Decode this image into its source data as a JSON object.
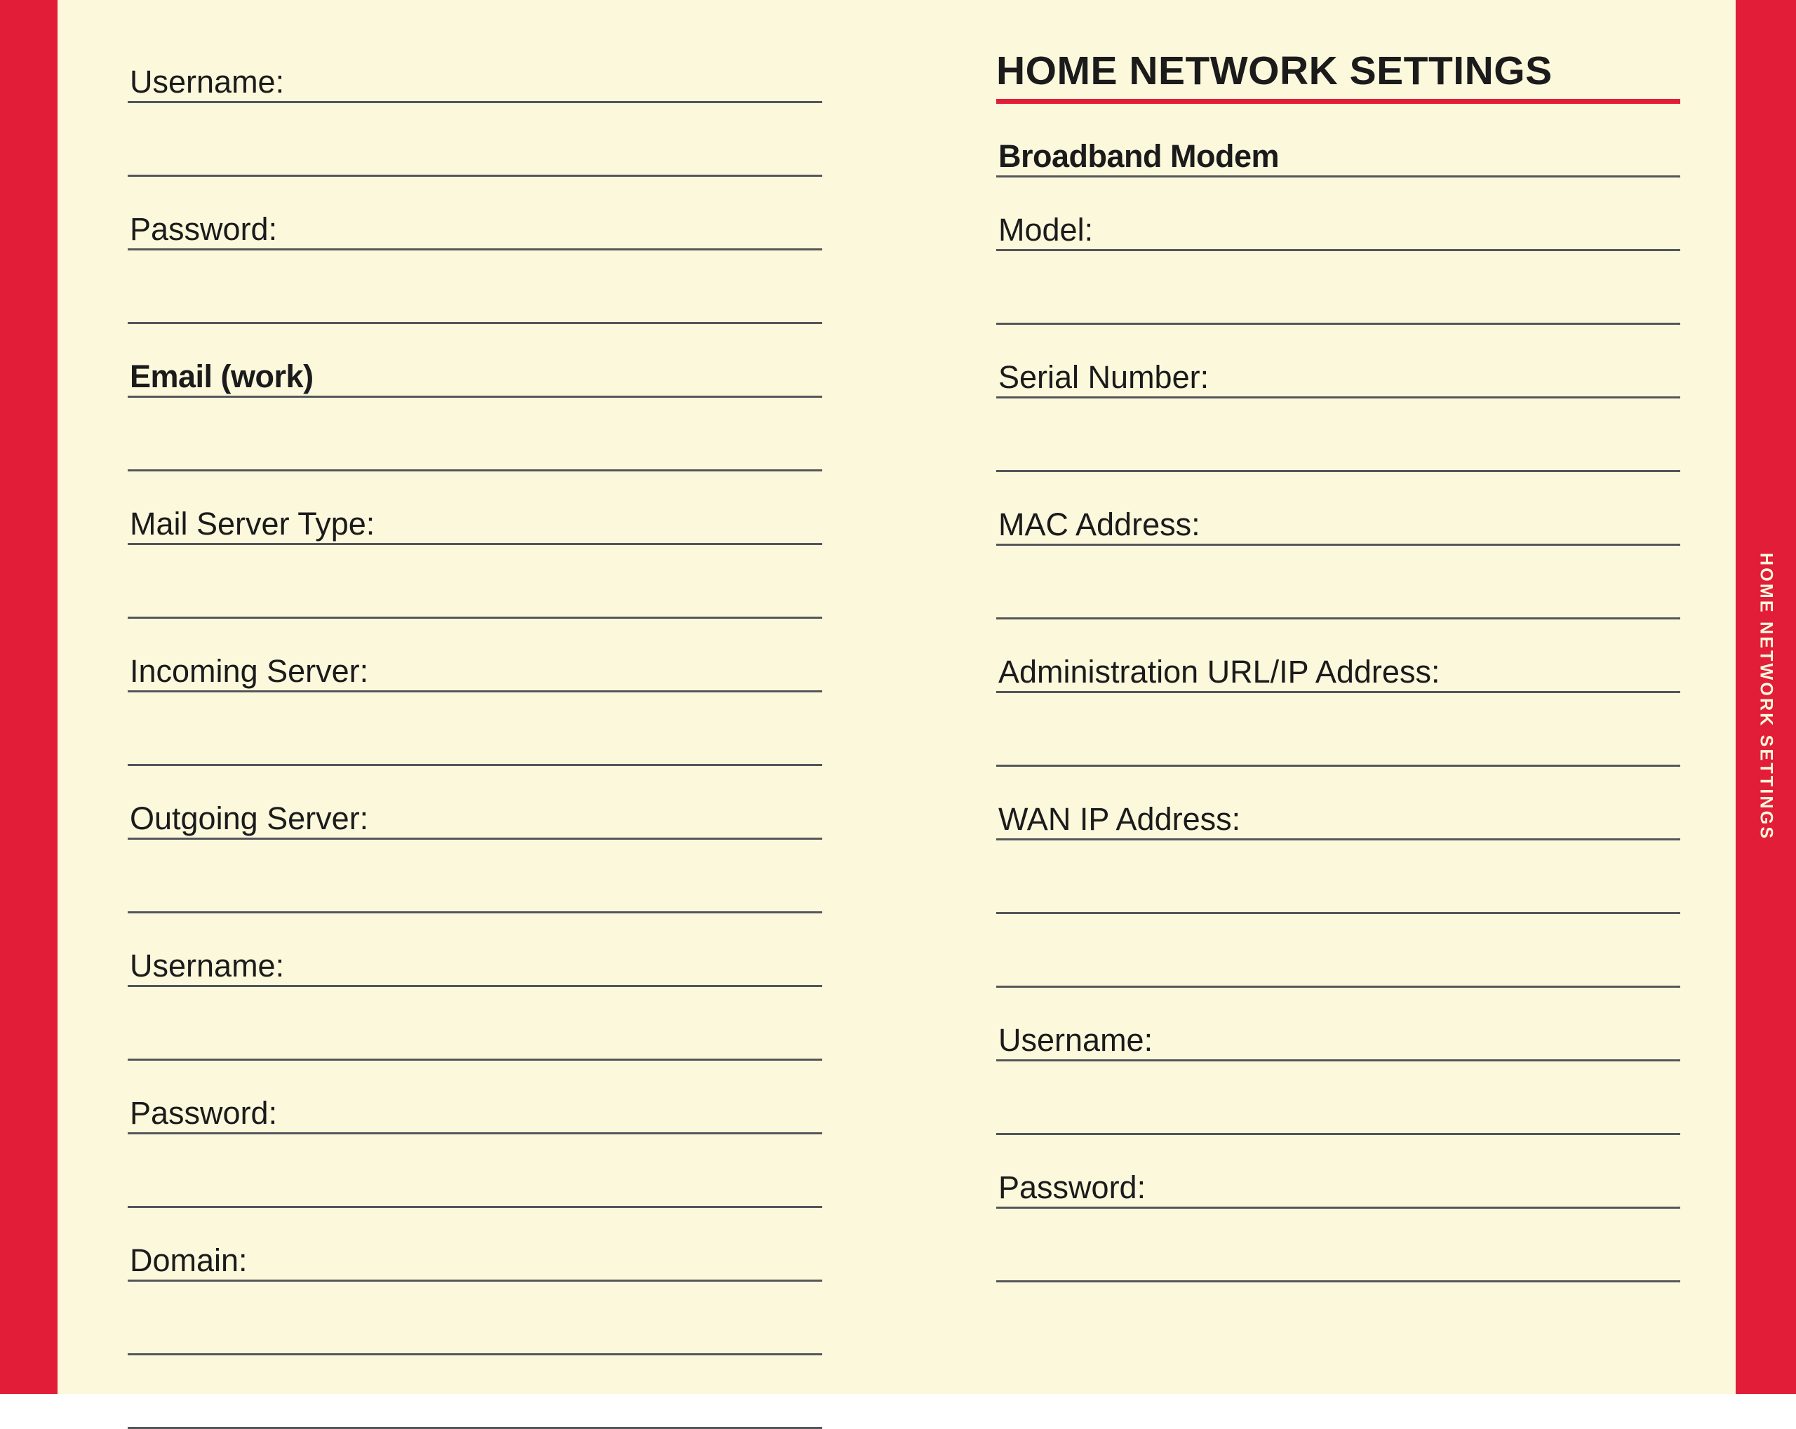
{
  "colors": {
    "accent_red": "#e21d38",
    "paper": "#fbf8dc",
    "rule": "#55565a",
    "text": "#1b1b1b"
  },
  "side_tab": {
    "label": "HOME NETWORK SETTINGS"
  },
  "left_column": {
    "fields": [
      {
        "label": "Username:",
        "bold": false
      },
      {
        "label": "",
        "bold": false
      },
      {
        "label": "Password:",
        "bold": false
      },
      {
        "label": "",
        "bold": false
      },
      {
        "label": "Email (work)",
        "bold": true
      },
      {
        "label": "",
        "bold": false
      },
      {
        "label": "Mail Server Type:",
        "bold": false
      },
      {
        "label": "",
        "bold": false
      },
      {
        "label": "Incoming Server:",
        "bold": false
      },
      {
        "label": "",
        "bold": false
      },
      {
        "label": "Outgoing Server:",
        "bold": false
      },
      {
        "label": "",
        "bold": false
      },
      {
        "label": "Username:",
        "bold": false
      },
      {
        "label": "",
        "bold": false
      },
      {
        "label": "Password:",
        "bold": false
      },
      {
        "label": "",
        "bold": false
      },
      {
        "label": "Domain:",
        "bold": false
      },
      {
        "label": "",
        "bold": false
      },
      {
        "label": "",
        "bold": false
      }
    ]
  },
  "right_column": {
    "heading": "HOME NETWORK SETTINGS",
    "fields": [
      {
        "label": "Broadband Modem",
        "bold": true
      },
      {
        "label": "Model:",
        "bold": false
      },
      {
        "label": "",
        "bold": false
      },
      {
        "label": "Serial Number:",
        "bold": false
      },
      {
        "label": "",
        "bold": false
      },
      {
        "label": "MAC Address:",
        "bold": false
      },
      {
        "label": "",
        "bold": false
      },
      {
        "label": "Administration URL/IP Address:",
        "bold": false
      },
      {
        "label": "",
        "bold": false
      },
      {
        "label": "WAN IP Address:",
        "bold": false
      },
      {
        "label": "",
        "bold": false
      },
      {
        "label": "",
        "bold": false
      },
      {
        "label": "Username:",
        "bold": false
      },
      {
        "label": "",
        "bold": false
      },
      {
        "label": "Password:",
        "bold": false
      },
      {
        "label": "",
        "bold": false
      }
    ]
  }
}
